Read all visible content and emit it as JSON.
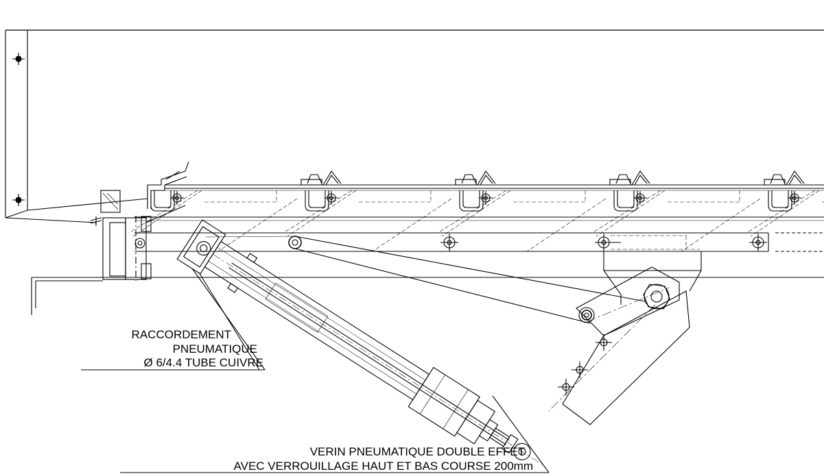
{
  "annotations": {
    "connection": {
      "line1": "RACCORDEMENT",
      "line2": "PNEUMATIQUE",
      "line3": "Ø 6/4.4  TUBE CUIVRE"
    },
    "cylinder": {
      "line1": "VERIN PNEUMATIQUE DOUBLE EFFET",
      "line2": "AVEC VERROUILLAGE HAUT ET BAS COURSE 200mm"
    }
  },
  "colors": {
    "line": "#000000",
    "background": "#ffffff"
  }
}
